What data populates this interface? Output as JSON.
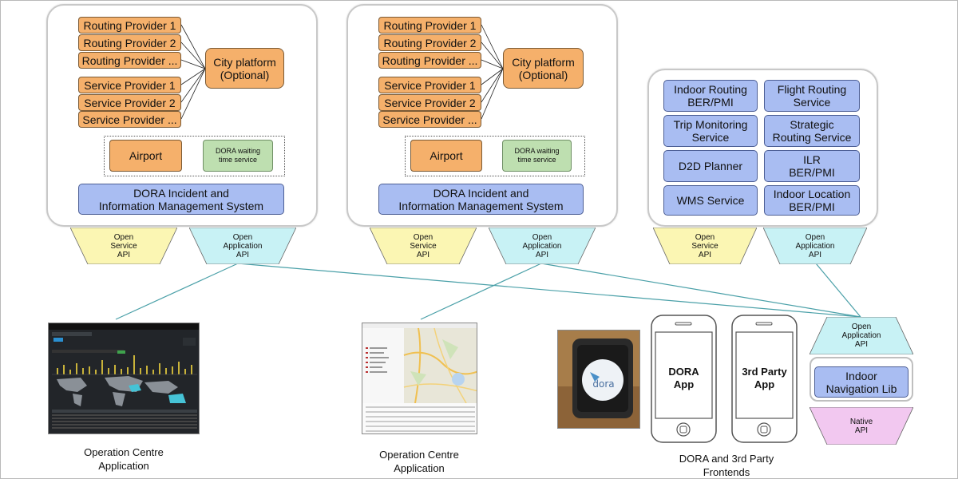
{
  "panel1": {
    "providers": [
      "Routing Provider 1",
      "Routing Provider 2",
      "Routing Provider ...",
      "Service Provider 1",
      "Service Provider 2",
      "Service Provider ..."
    ],
    "city_line1": "City platform",
    "city_line2": "(Optional)",
    "airport": "Airport",
    "waiting_line1": "DORA waiting",
    "waiting_line2": "time service",
    "incident_line1": "DORA Incident  and",
    "incident_line2": "Information  Management System"
  },
  "panel2": {
    "providers": [
      "Routing Provider 1",
      "Routing Provider 2",
      "Routing Provider ...",
      "Service Provider 1",
      "Service Provider 2",
      "Service Provider ..."
    ],
    "city_line1": "City platform",
    "city_line2": "(Optional)",
    "airport": "Airport",
    "waiting_line1": "DORA waiting",
    "waiting_line2": "time service",
    "incident_line1": "DORA Incident  and",
    "incident_line2": "Information  Management System"
  },
  "panel3": {
    "services": [
      {
        "l1": "Indoor Routing",
        "l2": "BER/PMI"
      },
      {
        "l1": "Flight Routing",
        "l2": "Service"
      },
      {
        "l1": "Trip Monitoring",
        "l2": "Service"
      },
      {
        "l1": "Strategic",
        "l2": "Routing Service"
      },
      {
        "l1": "D2D Planner",
        "l2": ""
      },
      {
        "l1": "ILR",
        "l2": "BER/PMI"
      },
      {
        "l1": "WMS Service",
        "l2": ""
      },
      {
        "l1": "Indoor Location",
        "l2": "BER/PMI"
      }
    ]
  },
  "apis": {
    "service": {
      "l1": "Open",
      "l2": "Service",
      "l3": "API"
    },
    "application": {
      "l1": "Open",
      "l2": "Application",
      "l3": "API"
    },
    "native": {
      "l1": "Native",
      "l2": "API"
    }
  },
  "lib": {
    "l1": "Indoor",
    "l2": "Navigation Lib"
  },
  "apps": {
    "dora_l1": "DORA",
    "dora_l2": "App",
    "third_l1": "3rd Party",
    "third_l2": "App",
    "watch_logo": "dora"
  },
  "captions": {
    "occ1_l1": "Operation  Centre",
    "occ1_l2": "Application",
    "occ2_l1": "Operation  Centre",
    "occ2_l2": "Application",
    "front_l1": "DORA  and  3rd Party",
    "front_l2": "Frontends"
  },
  "colors": {
    "orange": "#f5b06b",
    "green": "#bedfb0",
    "blue": "#a9bdf2",
    "api_service": "#fbf6b3",
    "api_application": "#c8f2f5",
    "api_native": "#f2c8f0",
    "connector": "#4aa0a8"
  }
}
